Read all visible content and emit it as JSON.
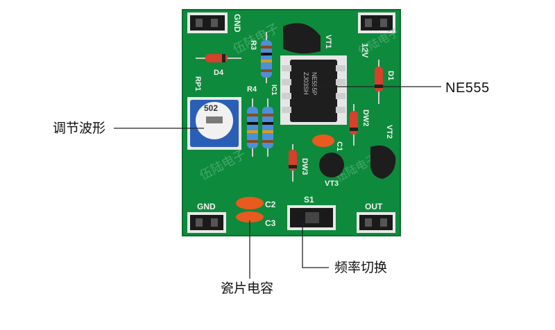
{
  "callouts": {
    "ne555": "NE555",
    "waveform_adjust": "调节波形",
    "frequency_switch": "频率切换",
    "ceramic_capacitor": "瓷片电容"
  },
  "board": {
    "silkscreen": {
      "gnd_top": "GND",
      "v12": "12V",
      "gnd_bottom": "GND",
      "out": "OUT",
      "r3": "R3",
      "r4": "R4",
      "rp1": "RP1",
      "d4": "D4",
      "d1": "D1",
      "vt1": "VT1",
      "vt2": "VT2",
      "vt3": "VT3",
      "dw2": "DW2",
      "dw3": "DW3",
      "c1": "C1",
      "c2": "C2",
      "c3": "C3",
      "s1": "S1",
      "ic1": "IC1",
      "pot_value": "502",
      "chip_line1": "ZJ03SH",
      "chip_line2": "NE555P",
      "watermark": "伍陆电子"
    }
  },
  "colors": {
    "pcb": "#0e8a3c",
    "pcb_dark": "#0a6e2f",
    "pin_header": "#1a1a1a",
    "capacitor": "#e85a1e",
    "potentiometer": "#2a5fb8",
    "leader_line": "#222222"
  }
}
